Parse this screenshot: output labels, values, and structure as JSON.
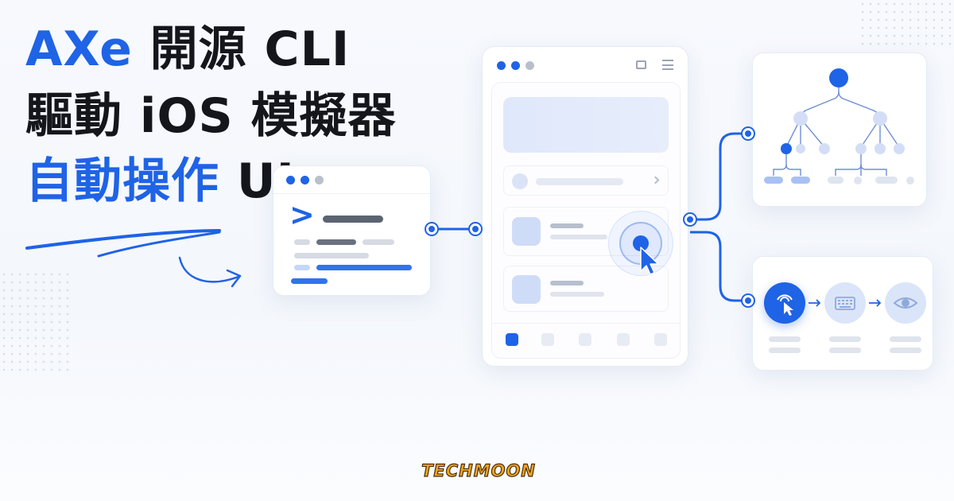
{
  "headline": {
    "line1_blue": "AXe",
    "line1_dark": " 開源 CLI",
    "line2": "驅動 iOS 模擬器",
    "line3_blue": "自動操作",
    "line3_dark": " UI"
  },
  "terminal": {
    "prompt": ">"
  },
  "logo": "TECHMOON",
  "colors": {
    "accent": "#1f63e6",
    "text_dark": "#15161c",
    "logo_fill": "#f0a31e"
  },
  "icons": [
    "terminal-prompt-icon",
    "tap-cursor-icon",
    "keyboard-icon",
    "eye-icon",
    "chevron-right-icon",
    "accessibility-tree-icon",
    "arrow-right-icon"
  ]
}
